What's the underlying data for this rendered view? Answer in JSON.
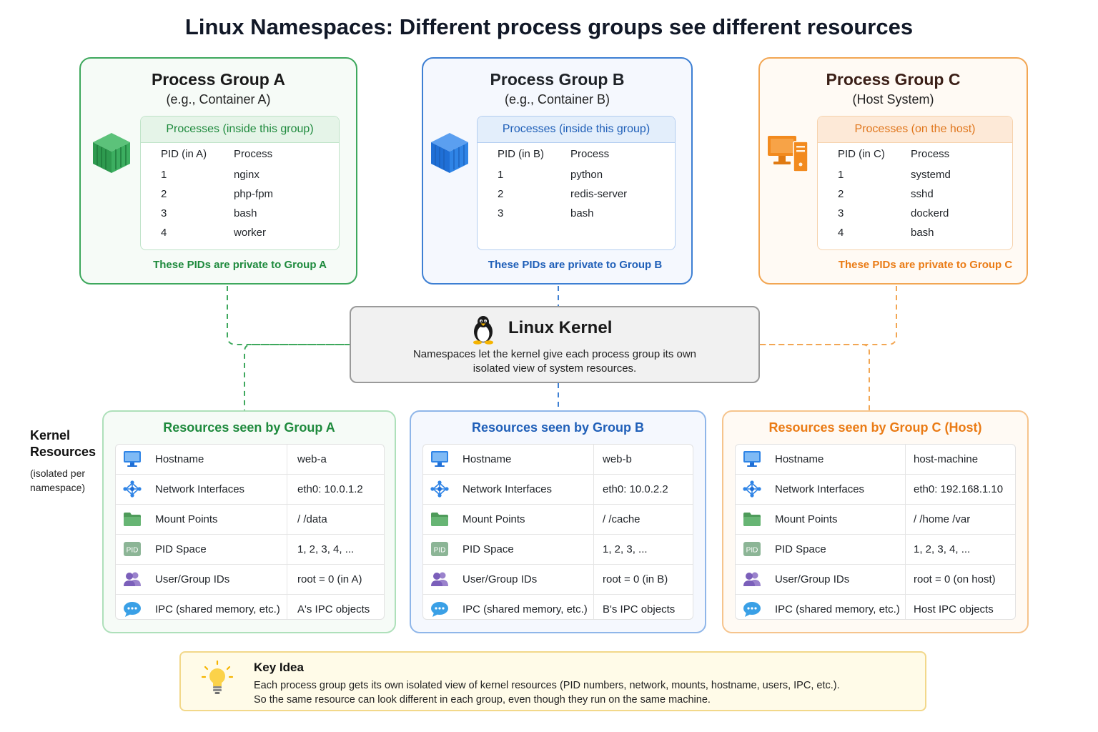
{
  "title": "Linux Namespaces: Different process groups see different resources",
  "colors": {
    "green": "#1e8a3d",
    "blue": "#1f5fb8",
    "orange": "#ea7b15"
  },
  "groups": [
    {
      "title": "Process Group A",
      "subtitle": "(e.g., Container A)",
      "icon": "container-icon",
      "table_header": "Processes (inside this group)",
      "col_pid": "PID (in A)",
      "col_process": "Process",
      "rows": [
        {
          "pid": "1",
          "process": "nginx"
        },
        {
          "pid": "2",
          "process": "php-fpm"
        },
        {
          "pid": "3",
          "process": "bash"
        },
        {
          "pid": "4",
          "process": "worker"
        }
      ],
      "note": "These PIDs are private to Group A"
    },
    {
      "title": "Process Group B",
      "subtitle": "(e.g., Container B)",
      "icon": "container-icon",
      "table_header": "Processes (inside this group)",
      "col_pid": "PID (in B)",
      "col_process": "Process",
      "rows": [
        {
          "pid": "1",
          "process": "python"
        },
        {
          "pid": "2",
          "process": "redis-server"
        },
        {
          "pid": "3",
          "process": "bash"
        }
      ],
      "note": "These PIDs are private to Group B"
    },
    {
      "title": "Process Group C",
      "subtitle": "(Host System)",
      "icon": "computer-icon",
      "table_header": "Processes (on the host)",
      "col_pid": "PID (in C)",
      "col_process": "Process",
      "rows": [
        {
          "pid": "1",
          "process": "systemd"
        },
        {
          "pid": "2",
          "process": "sshd"
        },
        {
          "pid": "3",
          "process": "dockerd"
        },
        {
          "pid": "4",
          "process": "bash"
        }
      ],
      "note": "These PIDs are private to Group C"
    }
  ],
  "kernel": {
    "title": "Linux Kernel",
    "icon": "tux-penguin-icon",
    "desc_line1": "Namespaces let the kernel give each process group its own",
    "desc_line2": "isolated view of system resources."
  },
  "kernel_resources": {
    "title_line1": "Kernel",
    "title_line2": "Resources",
    "sub_line1": "(isolated per",
    "sub_line2": "namespace)"
  },
  "resource_labels": {
    "hostname": "Hostname",
    "network": "Network Interfaces",
    "mounts": "Mount Points",
    "pid": "PID Space",
    "users": "User/Group IDs",
    "ipc": "IPC (shared memory, etc.)"
  },
  "resources": [
    {
      "title": "Resources seen by Group A",
      "hostname": "web-a",
      "network": "eth0: 10.0.1.2",
      "mounts": "/   /data",
      "pid": "1, 2, 3, 4, ...",
      "users": "root = 0 (in A)",
      "ipc": "A's IPC objects"
    },
    {
      "title": "Resources seen by Group B",
      "hostname": "web-b",
      "network": "eth0: 10.0.2.2",
      "mounts": "/   /cache",
      "pid": "1, 2, 3, ...",
      "users": "root = 0 (in B)",
      "ipc": "B's IPC objects"
    },
    {
      "title": "Resources seen by Group C (Host)",
      "hostname": "host-machine",
      "network": "eth0: 192.168.1.10",
      "mounts": "/   /home   /var",
      "pid": "1, 2, 3, 4, ...",
      "users": "root = 0 (on host)",
      "ipc": "Host IPC objects"
    }
  ],
  "key_idea": {
    "title": "Key Idea",
    "icon": "lightbulb-icon",
    "line1": "Each process group gets its own isolated view of kernel resources (PID numbers, network, mounts, hostname, users, IPC, etc.).",
    "line2": "So the same resource can look different in each group, even though they run on the same machine."
  }
}
